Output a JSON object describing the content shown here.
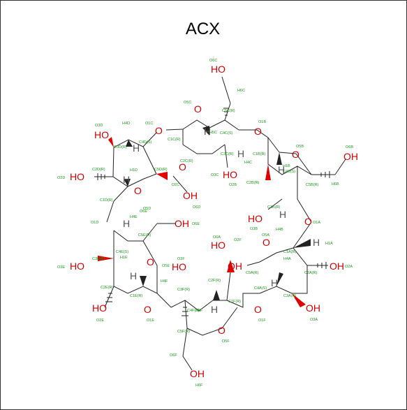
{
  "title": "ACX",
  "colors": {
    "oxygen": "#d00000",
    "hydrogen": "#555555",
    "atom_label": "#1a9a1a",
    "bond": "#222222"
  },
  "labels": {
    "o6c": "O6C",
    "ho6c": "HO",
    "h6c": "H6C",
    "o5c": "O5C",
    "c5c": "C5C(R)",
    "c4c": "C4C(S)",
    "h4c": "H4C",
    "c3c": "C3C(R)",
    "h5c": "H5C",
    "o3c": "O3C",
    "ho3c": "HO",
    "o1c": "O1C",
    "c1c": "C1C(R)",
    "c2c": "C2C(R)",
    "o2c": "O2C",
    "oh2c": "OH",
    "h1c": "H",
    "h4d": "H4D",
    "o3d": "O3D",
    "ho3d": "HO",
    "c3d": "C3D(R)",
    "c4d": "C4D(S)",
    "h1d": "H1D",
    "c5d": "C5D(R)",
    "o2d": "O2D",
    "ho2d": "HO",
    "c2d": "C2D(R)",
    "c1d": "C1D(R)",
    "h2d": "H",
    "o5d": "O5D",
    "o6d": "O6D",
    "hd3": "H",
    "o1b": "O1B",
    "c1b": "C1B(R)",
    "o5b": "O5B",
    "o6b": "O6B",
    "ho6b": "OH",
    "h6b": "H6B",
    "c5b": "C5B(R)",
    "c4b": "C4B(S)",
    "h1b": "H1B",
    "c2b": "C2B(R)",
    "o2b": "O2B",
    "ho2b": "HO",
    "c3b": "C3B(R)",
    "o3b": "O3B",
    "ho3b": "HO",
    "h4b": "H4B",
    "hb": "H",
    "o1d": "O1D",
    "h4e": "H4E",
    "o6e": "O6E",
    "c5e": "C5E(R)",
    "oh6e": "OH",
    "o6e2": "O6E",
    "c3e": "C3E(R)",
    "c4e": "C4E(S)",
    "h1e": "H1E",
    "o5e": "O5E",
    "o3e": "O3E",
    "ho3e": "HO",
    "c2e": "C2E(R)",
    "c1e": "C1E(R)",
    "o2e": "O2E",
    "ho2e": "HO",
    "o1e": "O1E",
    "he": "H",
    "o6a": "O6A",
    "ho6a": "HO",
    "o2f": "O2F",
    "o5a": "O5A",
    "o1a": "O1A",
    "h1a": "H1A",
    "c1a": "C1A(R)",
    "h4a": "H4A",
    "c5a": "C5A(R)",
    "oh2a": "OH",
    "o2a": "O2A",
    "c4a": "C4A(S)",
    "c2a": "C2A(R)",
    "c3a": "C3A(R)",
    "oh3a": "OH",
    "o3a": "O3A",
    "ha": "H",
    "o3f": "O3F",
    "ho3f": "HO",
    "h4f": "H4F",
    "c3f": "C3F(R)",
    "c2f": "C2F(R)",
    "c4f": "C4F(S)",
    "h5f": "H5F",
    "c1f": "C1F(R)",
    "o1f": "O1F",
    "c5f": "C5F(R)",
    "o5f": "O5F",
    "o6f": "O6F",
    "oh6f": "OH",
    "h6f": "H6F",
    "oh2f": "OH",
    "hf": "H"
  }
}
